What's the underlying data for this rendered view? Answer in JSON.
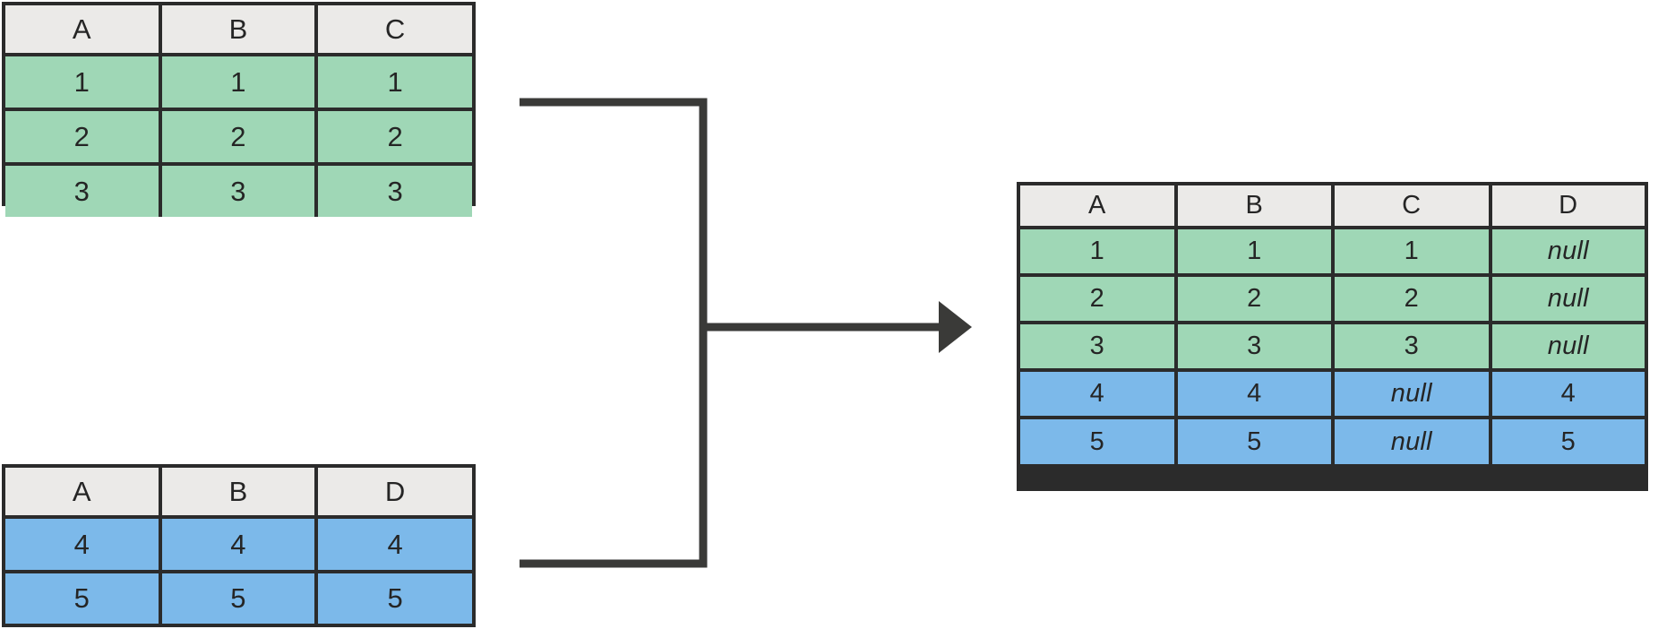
{
  "diagram": {
    "title": "full-outer-join-tables",
    "colors": {
      "green_fill": "#9fd7b6",
      "blue_fill": "#7cb9ea",
      "header_fill": "#ebeae8",
      "stroke": "#2b2b2b",
      "background": "#ffffff"
    }
  },
  "tables": {
    "left_top": {
      "name": "left-input-table",
      "headers": [
        "A",
        "B",
        "C"
      ],
      "rows": [
        {
          "fill": "green",
          "cells": [
            "1",
            "1",
            "1"
          ]
        },
        {
          "fill": "green",
          "cells": [
            "2",
            "2",
            "2"
          ]
        },
        {
          "fill": "green",
          "cells": [
            "3",
            "3",
            "3"
          ]
        }
      ]
    },
    "left_bottom": {
      "name": "right-input-table",
      "headers": [
        "A",
        "B",
        "D"
      ],
      "rows": [
        {
          "fill": "blue",
          "cells": [
            "4",
            "4",
            "4"
          ]
        },
        {
          "fill": "blue",
          "cells": [
            "5",
            "5",
            "5"
          ]
        }
      ]
    },
    "result": {
      "name": "result-table",
      "headers": [
        "A",
        "B",
        "C",
        "D"
      ],
      "rows": [
        {
          "fill": "green",
          "cells": [
            "1",
            "1",
            "1",
            "null"
          ]
        },
        {
          "fill": "green",
          "cells": [
            "2",
            "2",
            "2",
            "null"
          ]
        },
        {
          "fill": "green",
          "cells": [
            "3",
            "3",
            "3",
            "null"
          ]
        },
        {
          "fill": "blue",
          "cells": [
            "4",
            "4",
            "null",
            "4"
          ]
        },
        {
          "fill": "blue",
          "cells": [
            "5",
            "5",
            "null",
            "5"
          ]
        }
      ]
    }
  },
  "connector": {
    "name": "merge-arrow",
    "shape": "bracket-with-arrow",
    "direction": "left-to-right"
  }
}
